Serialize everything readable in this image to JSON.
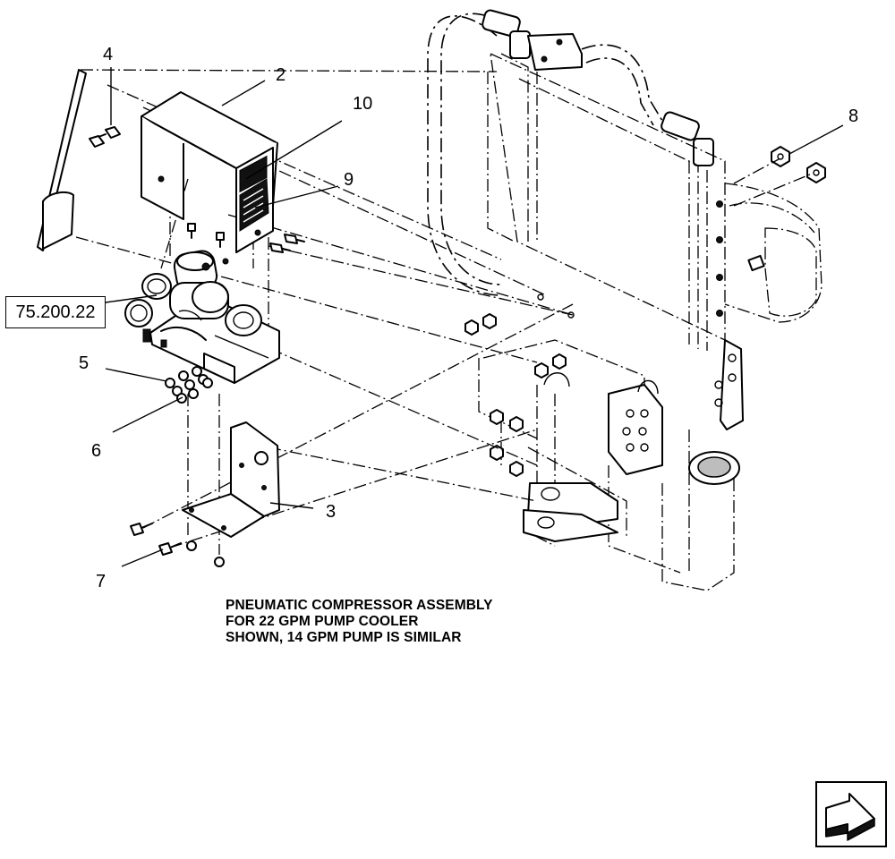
{
  "callouts": {
    "c2": "2",
    "c3": "3",
    "c4": "4",
    "c5": "5",
    "c6": "6",
    "c7": "7",
    "c8": "8",
    "c9": "9",
    "c10": "10"
  },
  "reference": {
    "label": "75.200.22"
  },
  "caption": {
    "line1": "PNEUMATIC COMPRESSOR ASSEMBLY",
    "line2": "FOR 22 GPM PUMP COOLER",
    "line3": "SHOWN, 14 GPM PUMP IS SIMILAR"
  },
  "navigation": {
    "icon": "next-page-arrow-icon"
  }
}
